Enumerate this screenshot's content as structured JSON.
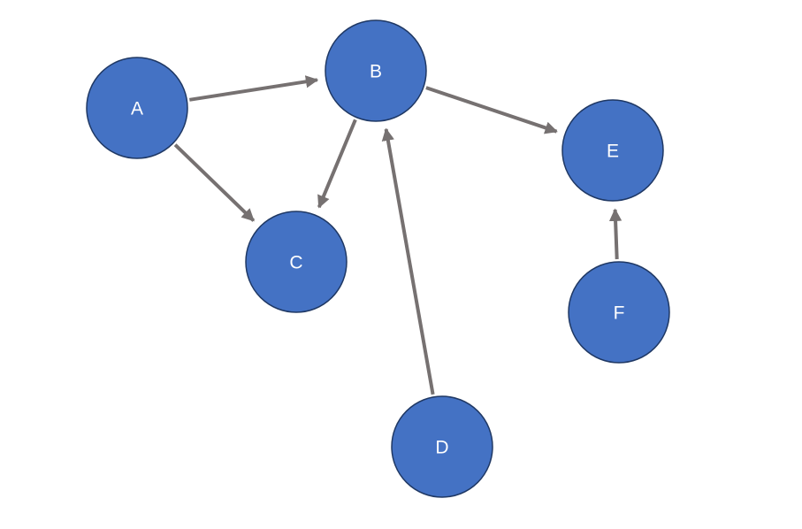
{
  "colors": {
    "node_fill": "#4472c4",
    "node_stroke": "#1f3864",
    "edge": "#767171",
    "label": "#ffffff"
  },
  "nodes": [
    {
      "id": "A",
      "label": "A"
    },
    {
      "id": "B",
      "label": "B"
    },
    {
      "id": "C",
      "label": "C"
    },
    {
      "id": "D",
      "label": "D"
    },
    {
      "id": "E",
      "label": "E"
    },
    {
      "id": "F",
      "label": "F"
    }
  ],
  "edges": [
    {
      "from": "A",
      "to": "B"
    },
    {
      "from": "A",
      "to": "C"
    },
    {
      "from": "B",
      "to": "C"
    },
    {
      "from": "B",
      "to": "E"
    },
    {
      "from": "D",
      "to": "B"
    },
    {
      "from": "F",
      "to": "E"
    }
  ]
}
